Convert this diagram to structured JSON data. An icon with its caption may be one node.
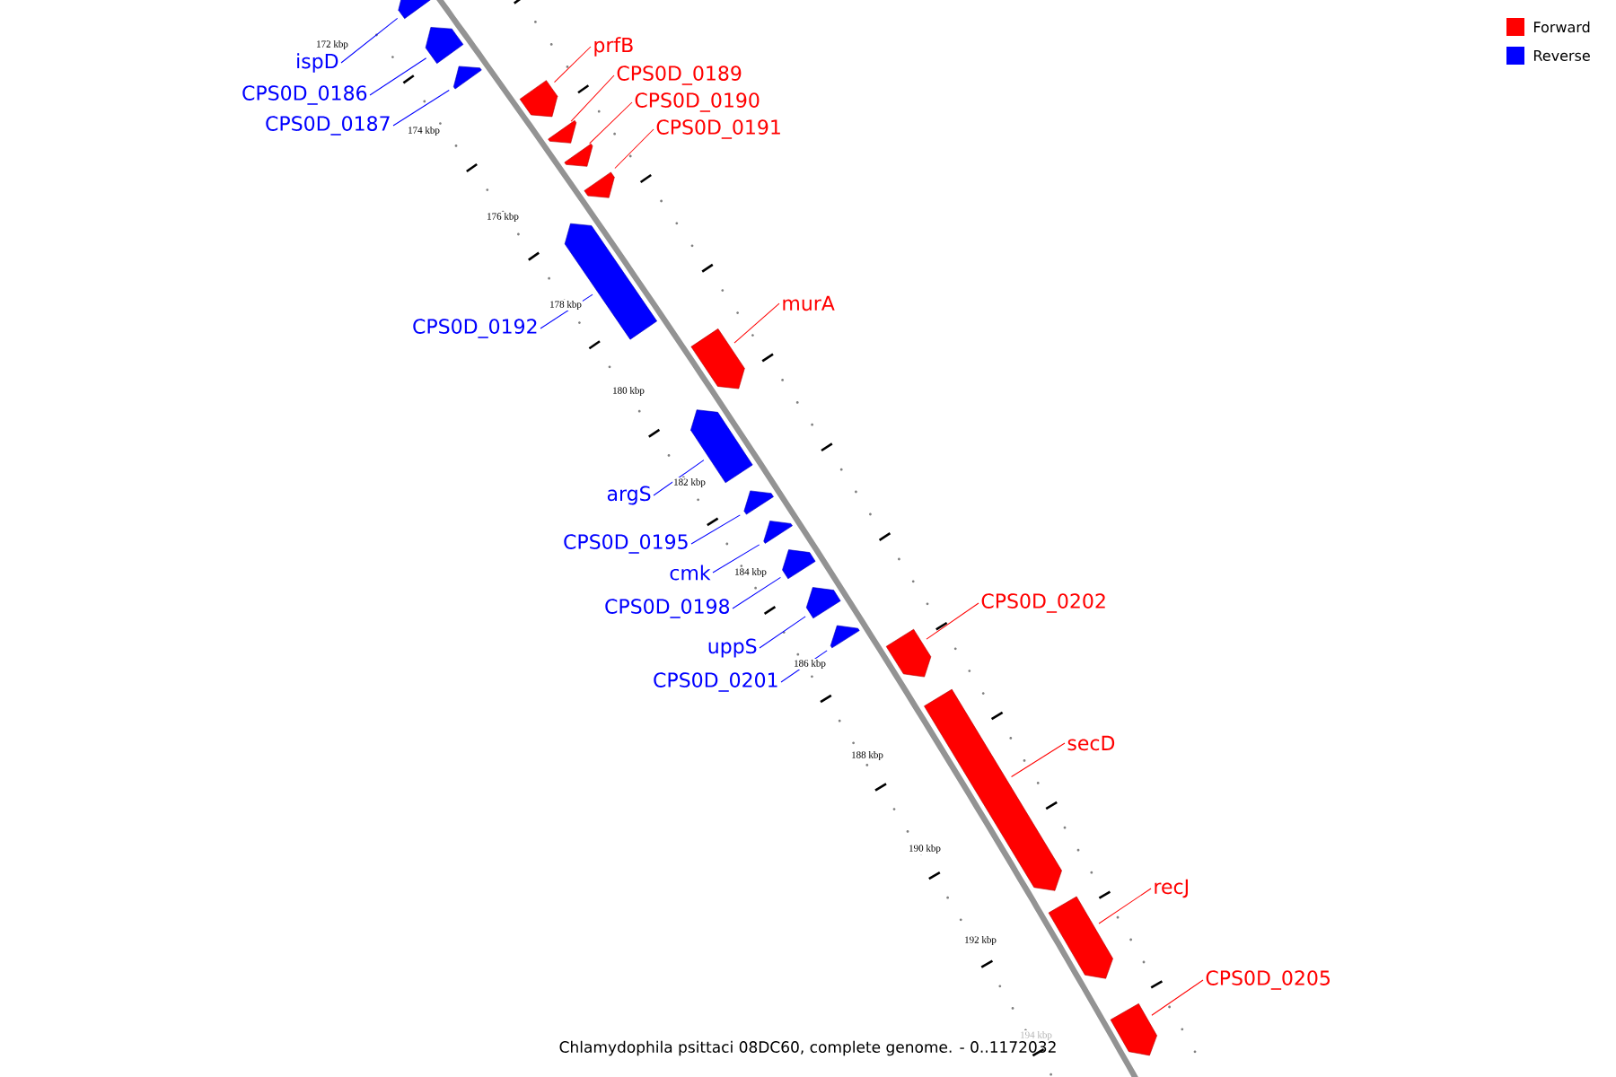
{
  "diagram": {
    "caption": "Chlamydophila psittaci 08DC60, complete genome. - 0..1172032",
    "nodes": [
      {
        "text": [
          "ispD"
        ]
      },
      {
        "text": [],
        "shape": "bar"
      },
      {
        "text": [
          "CPS0D_0186"
        ]
      },
      {
        "text": [],
        "shape": "bar"
      },
      {
        "text": [
          "CPS0D_0187"
        ]
      },
      {
        "text": [],
        "shape": "bar"
      },
      {
        "text": [
          "prfB"
        ]
      },
      {
        "text": [],
        "shape": "bar"
      },
      {
        "text": [
          "CPS0D_0189"
        ]
      },
      {
        "text": [],
        "shape": "bar"
      },
      {
        "text": [
          "CPS0D_0190"
        ]
      },
      {
        "text": [],
        "shape": "bar"
      },
      {
        "text": [
          "CPS0D_0191"
        ]
      },
      {
        "text": [],
        "shape": "bar"
      },
      {
        "text": [
          "CPS0D_0192"
        ]
      },
      {
        "text": [],
        "shape": "bar"
      },
      {
        "text": [
          "murA"
        ]
      },
      {
        "text": [],
        "shape": "bar"
      },
      {
        "text": [
          "argS"
        ]
      },
      {
        "text": [],
        "shape": "bar"
      },
      {
        "text": [
          "CPS0D_0195"
        ]
      },
      {
        "text": [],
        "shape": "bar"
      },
      {
        "text": [
          "cmk"
        ]
      },
      {
        "text": [],
        "shape": "bar"
      },
      {
        "text": [
          "CPS0D_0198"
        ]
      },
      {
        "text": [],
        "shape": "bar"
      },
      {
        "text": [
          "uppS"
        ]
      },
      {
        "text": [],
        "shape": "bar"
      },
      {
        "text": [
          "CPS0D_0201"
        ]
      },
      {
        "text": [],
        "shape": "bar"
      },
      {
        "text": [
          "CPS0D_0202"
        ]
      },
      {
        "text": [],
        "shape": "bar"
      },
      {
        "text": [
          "secD"
        ]
      },
      {
        "text": [],
        "shape": "bar"
      },
      {
        "text": [
          "recJ"
        ]
      },
      {
        "text": [],
        "shape": "bar"
      },
      {
        "text": [
          "CPS0D_0205"
        ]
      },
      {
        "text": [],
        "shape": "bar"
      }
    ],
    "edges": [
      {
        "from": 0,
        "to": 1,
        "arrow": "none"
      },
      {
        "from": 2,
        "to": 3,
        "arrow": "none"
      },
      {
        "from": 4,
        "to": 5,
        "arrow": "none"
      },
      {
        "from": 6,
        "to": 7,
        "arrow": "none",
        "color": "#ff0000"
      },
      {
        "from": 8,
        "to": 9,
        "arrow": "none",
        "color": "#ff0000"
      },
      {
        "from": 10,
        "to": 11,
        "arrow": "none",
        "color": "#ff0000"
      },
      {
        "from": 12,
        "to": 13,
        "arrow": "none",
        "color": "#ff0000"
      },
      {
        "from": 14,
        "to": 15,
        "arrow": "none"
      },
      {
        "from": 16,
        "to": 17,
        "arrow": "none",
        "color": "#ff0000"
      },
      {
        "from": 18,
        "to": 19,
        "arrow": "none"
      },
      {
        "from": 20,
        "to": 21,
        "arrow": "none"
      },
      {
        "from": 22,
        "to": 23,
        "arrow": "none"
      },
      {
        "from": 24,
        "to": 25,
        "arrow": "none"
      },
      {
        "from": 26,
        "to": 27,
        "arrow": "none"
      },
      {
        "from": 28,
        "to": 29,
        "arrow": "none"
      },
      {
        "from": 30,
        "to": 31,
        "arrow": "none",
        "color": "#ff0000"
      },
      {
        "from": 32,
        "to": 33,
        "arrow": "none",
        "color": "#ff0000"
      },
      {
        "from": 34,
        "to": 35,
        "arrow": "none",
        "color": "#ff0000"
      },
      {
        "from": 36,
        "to": 37,
        "arrow": "none",
        "color": "#ff0000"
      }
    ],
    "labels": [
      "172 kbp",
      "174 kbp",
      "176 kbp",
      "178 kbp",
      "180 kbp",
      "182 kbp",
      "184 kbp",
      "186 kbp",
      "188 kbp",
      "190 kbp",
      "192 kbp",
      "194 kbp"
    ],
    "legend": [
      {
        "text": "Forward",
        "color": "#ff0000"
      },
      {
        "text": "Reverse",
        "color": "#0000ff"
      }
    ]
  }
}
